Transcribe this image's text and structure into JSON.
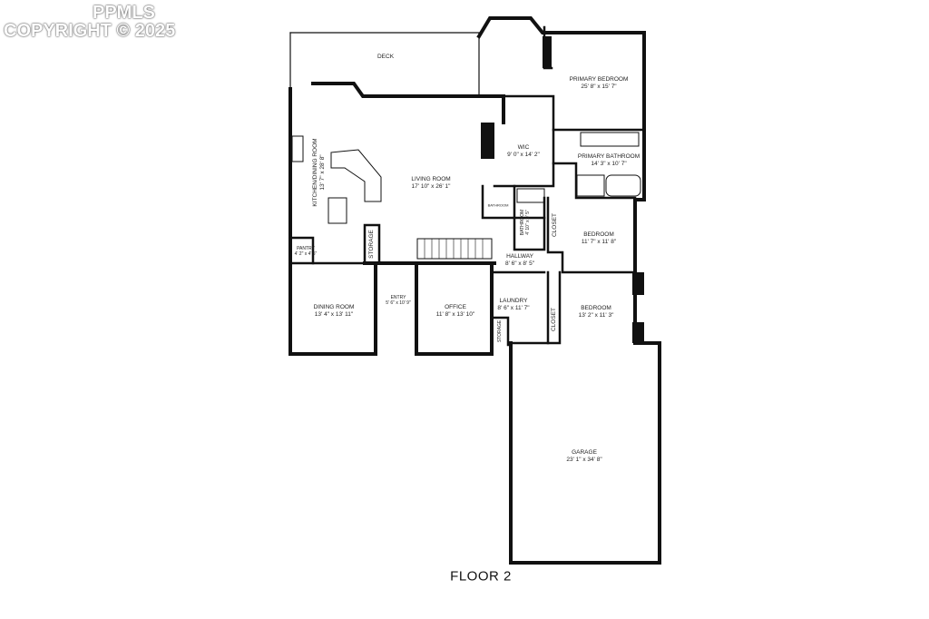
{
  "watermark": {
    "brand": "PPMLS",
    "copyright": "COPYRIGHT © 2025"
  },
  "floor_label": "FLOOR 2",
  "rooms": {
    "deck": {
      "name": "DECK"
    },
    "primary_bedroom": {
      "name": "PRIMARY BEDROOM",
      "size": "25' 8\" x 15' 7\""
    },
    "wic": {
      "name": "WIC",
      "size": "9' 0\" x 14' 2\""
    },
    "primary_bathroom": {
      "name": "PRIMARY BATHROOM",
      "size": "14' 3\" x 10' 7\""
    },
    "kitchen_dining": {
      "name": "KITCHEN/DINING ROOM",
      "size": "13' 7\" x 28' 8\""
    },
    "living_room": {
      "name": "LIVING ROOM",
      "size": "17' 10\" x 26' 1\""
    },
    "bathroom_small": {
      "name": "BATHROOM"
    },
    "bathroom": {
      "name": "BATHROOM",
      "size": "4' 10\" x 9' 5\""
    },
    "closet_1": {
      "name": "CLOSET"
    },
    "bedroom_1": {
      "name": "BEDROOM",
      "size": "11' 7\" x 11' 8\""
    },
    "pantry": {
      "name": "PANTRY",
      "size": "4' 2\" x 4' 5\""
    },
    "storage_1": {
      "name": "STORAGE"
    },
    "hallway": {
      "name": "HALLWAY",
      "size": "8' 6\" x 8' 5\""
    },
    "dining_room": {
      "name": "DINING ROOM",
      "size": "13' 4\" x 13' 11\""
    },
    "entry": {
      "name": "ENTRY",
      "size": "5' 6\" x 10' 9\""
    },
    "office": {
      "name": "OFFICE",
      "size": "11' 8\" x 13' 10\""
    },
    "laundry": {
      "name": "LAUNDRY",
      "size": "8' 6\" x 11' 7\""
    },
    "storage_2": {
      "name": "STORAGE"
    },
    "closet_2": {
      "name": "CLOSET"
    },
    "bedroom_2": {
      "name": "BEDROOM",
      "size": "13' 2\" x 11' 3\""
    },
    "garage": {
      "name": "GARAGE",
      "size": "23' 1\" x 34' 8\""
    }
  }
}
